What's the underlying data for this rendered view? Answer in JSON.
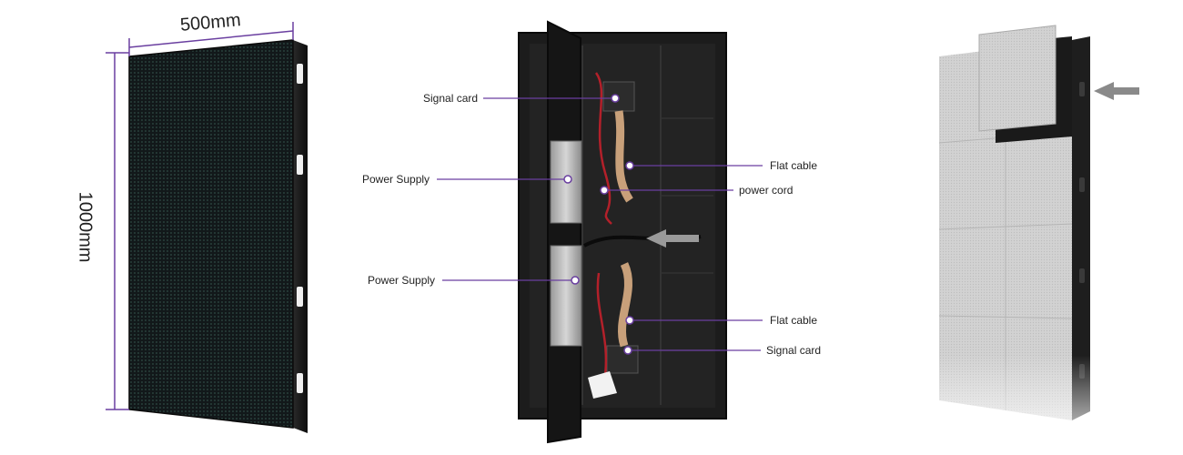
{
  "front_panel": {
    "width_label": "500mm",
    "height_label": "1000mm"
  },
  "rear_panel": {
    "callouts": [
      {
        "id": "signal-card-top",
        "text": "Signal card"
      },
      {
        "id": "power-supply-top",
        "text": "Power Supply"
      },
      {
        "id": "flat-cable-top",
        "text": "Flat cable"
      },
      {
        "id": "power-cord",
        "text": "power cord"
      },
      {
        "id": "power-supply-bottom",
        "text": "Power Supply"
      },
      {
        "id": "flat-cable-bottom",
        "text": "Flat cable"
      },
      {
        "id": "signal-card-bottom",
        "text": "Signal card"
      }
    ]
  },
  "colors": {
    "accent": "#6a3fa0",
    "cabinet": "#1c1c1c",
    "screen": "#151a1c",
    "module": "#cfcfcf"
  }
}
